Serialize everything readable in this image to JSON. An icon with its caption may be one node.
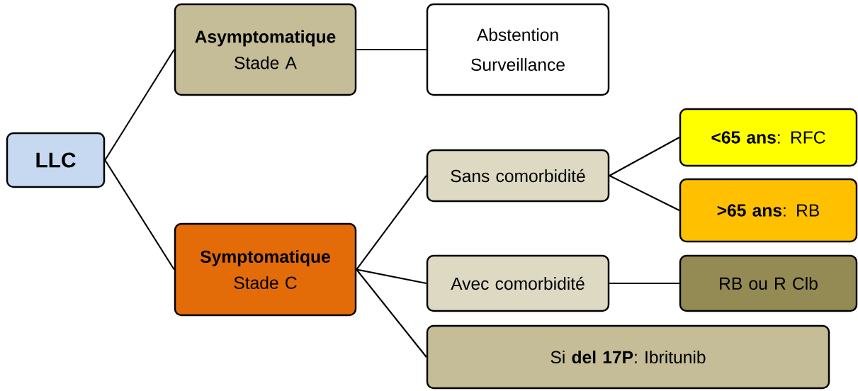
{
  "diagram": {
    "nodes": [
      {
        "text": [
          "LLC"
        ]
      },
      {
        "text": [
          "Asymptomatique",
          "Stade A"
        ]
      },
      {
        "text": [
          "Abstention Surveillance"
        ]
      },
      {
        "text": [
          "Symptomatique",
          "Stade C"
        ]
      },
      {
        "text": [
          "Sans comorbidité"
        ]
      },
      {
        "text": [
          "**<65 ans**: RFC"
        ]
      },
      {
        "text": [
          "**>65 ans**: RB"
        ]
      },
      {
        "text": [
          "Avec comorbidité"
        ]
      },
      {
        "text": [
          "RB ou R Clb"
        ]
      },
      {
        "text": [
          "Si **del 17P**: Ibritunib"
        ]
      }
    ],
    "edges": [
      {
        "from": 0,
        "to": 1,
        "arrow": "none"
      },
      {
        "from": 0,
        "to": 3,
        "arrow": "none"
      },
      {
        "from": 1,
        "to": 2,
        "arrow": "none"
      },
      {
        "from": 3,
        "to": 4,
        "arrow": "none"
      },
      {
        "from": 3,
        "to": 7,
        "arrow": "none"
      },
      {
        "from": 3,
        "to": 9,
        "arrow": "none"
      },
      {
        "from": 4,
        "to": 5,
        "arrow": "none"
      },
      {
        "from": 4,
        "to": 6,
        "arrow": "none"
      },
      {
        "from": 7,
        "to": 8,
        "arrow": "none"
      }
    ]
  }
}
